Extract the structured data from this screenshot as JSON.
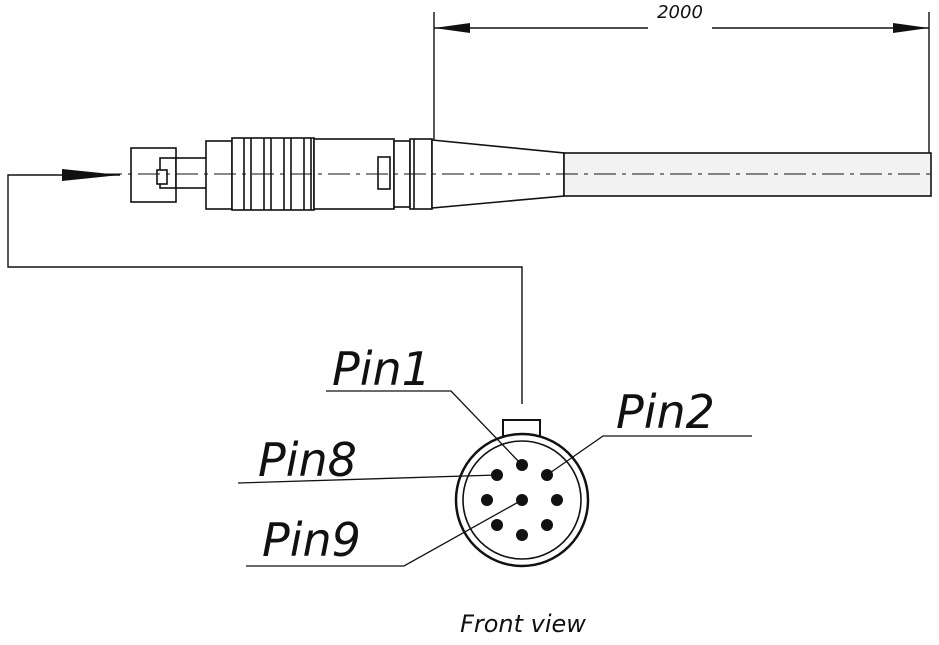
{
  "dimension": {
    "value": "2000"
  },
  "pins": {
    "pin1": "Pin1",
    "pin2": "Pin2",
    "pin8": "Pin8",
    "pin9": "Pin9"
  },
  "caption": "Front view",
  "colors": {
    "ink": "#111111",
    "cable_fill": "#e8e8e8",
    "background": "#ffffff"
  }
}
